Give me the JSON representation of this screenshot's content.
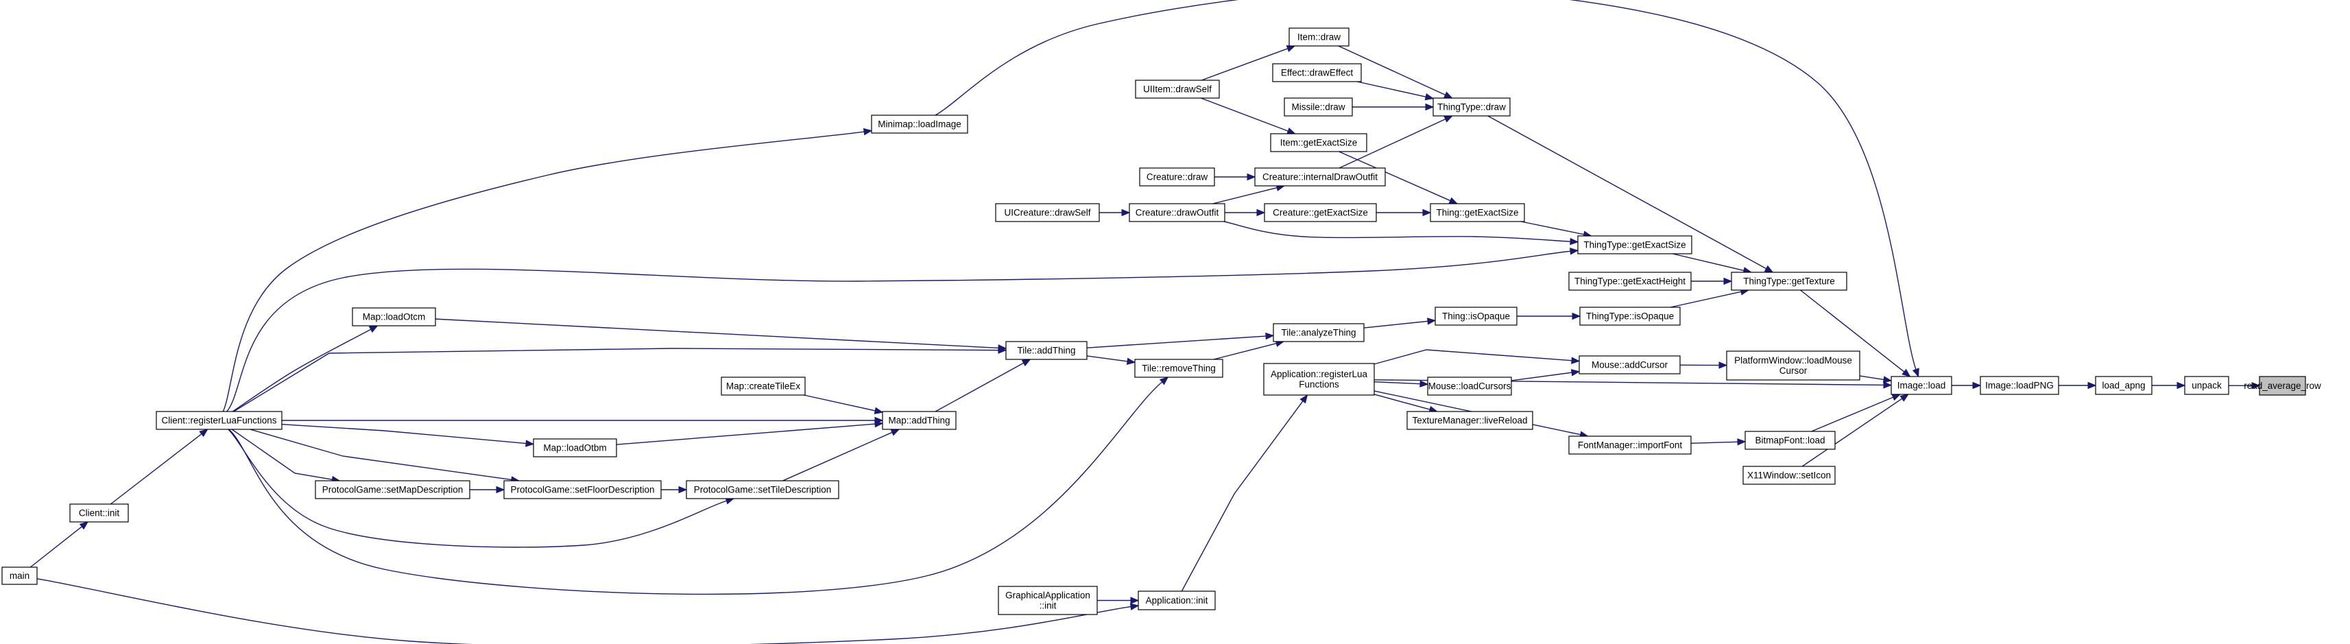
{
  "diagram": {
    "kind": "doxygen-caller-graph",
    "edge_color": "#191970",
    "highlight_fill": "#bfbfbf",
    "nodes": [
      {
        "id": "read_average_row",
        "lines": [
          "read_average_row"
        ],
        "highlight": true
      },
      {
        "id": "unpack",
        "lines": [
          "unpack"
        ]
      },
      {
        "id": "load_apng",
        "lines": [
          "load_apng"
        ]
      },
      {
        "id": "Image_loadPNG",
        "lines": [
          "Image::loadPNG"
        ]
      },
      {
        "id": "Image_load",
        "lines": [
          "Image::load"
        ]
      },
      {
        "id": "Minimap_loadImage",
        "lines": [
          "Minimap::loadImage"
        ]
      },
      {
        "id": "ThingType_getTexture",
        "lines": [
          "ThingType::getTexture"
        ]
      },
      {
        "id": "PlatformWindow_loadMouseCursor",
        "lines": [
          "PlatformWindow::loadMouse",
          "Cursor"
        ]
      },
      {
        "id": "Application_registerLuaFunctions",
        "lines": [
          "Application::registerLua",
          "Functions"
        ]
      },
      {
        "id": "BitmapFont_load",
        "lines": [
          "BitmapFont::load"
        ]
      },
      {
        "id": "X11Window_setIcon",
        "lines": [
          "X11Window::setIcon"
        ]
      },
      {
        "id": "Client_registerLuaFunctions",
        "lines": [
          "Client::registerLuaFunctions"
        ]
      },
      {
        "id": "ThingType_draw",
        "lines": [
          "ThingType::draw"
        ]
      },
      {
        "id": "ThingType_getExactSize",
        "lines": [
          "ThingType::getExactSize"
        ]
      },
      {
        "id": "ThingType_getExactHeight",
        "lines": [
          "ThingType::getExactHeight"
        ]
      },
      {
        "id": "ThingType_isOpaque",
        "lines": [
          "ThingType::isOpaque"
        ]
      },
      {
        "id": "Mouse_addCursor",
        "lines": [
          "Mouse::addCursor"
        ]
      },
      {
        "id": "Application_init",
        "lines": [
          "Application::init"
        ]
      },
      {
        "id": "FontManager_importFont",
        "lines": [
          "FontManager::importFont"
        ]
      },
      {
        "id": "Client_init",
        "lines": [
          "Client::init"
        ]
      },
      {
        "id": "Item_draw",
        "lines": [
          "Item::draw"
        ]
      },
      {
        "id": "Effect_drawEffect",
        "lines": [
          "Effect::drawEffect"
        ]
      },
      {
        "id": "Missile_draw",
        "lines": [
          "Missile::draw"
        ]
      },
      {
        "id": "Creature_drawOutfit",
        "lines": [
          "Creature::drawOutfit"
        ]
      },
      {
        "id": "Thing_getExactSize",
        "lines": [
          "Thing::getExactSize"
        ]
      },
      {
        "id": "Thing_isOpaque",
        "lines": [
          "Thing::isOpaque"
        ]
      },
      {
        "id": "Mouse_loadCursors",
        "lines": [
          "Mouse::loadCursors"
        ]
      },
      {
        "id": "GraphicalApplication_init",
        "lines": [
          "GraphicalApplication",
          "::init"
        ]
      },
      {
        "id": "main",
        "lines": [
          "main"
        ]
      },
      {
        "id": "UIItem_drawSelf",
        "lines": [
          "UIItem::drawSelf"
        ]
      },
      {
        "id": "Creature_draw",
        "lines": [
          "Creature::draw"
        ]
      },
      {
        "id": "Creature_internalDrawOutfit",
        "lines": [
          "Creature::internalDrawOutfit"
        ]
      },
      {
        "id": "UICreature_drawSelf",
        "lines": [
          "UICreature::drawSelf"
        ]
      },
      {
        "id": "Creature_getExactSize",
        "lines": [
          "Creature::getExactSize"
        ]
      },
      {
        "id": "Item_getExactSize",
        "lines": [
          "Item::getExactSize"
        ]
      },
      {
        "id": "Tile_analyzeThing",
        "lines": [
          "Tile::analyzeThing"
        ]
      },
      {
        "id": "TextureManager_liveReload",
        "lines": [
          "TextureManager::liveReload"
        ]
      },
      {
        "id": "Tile_addThing",
        "lines": [
          "Tile::addThing"
        ]
      },
      {
        "id": "Tile_removeThing",
        "lines": [
          "Tile::removeThing"
        ]
      },
      {
        "id": "Map_loadOtcm",
        "lines": [
          "Map::loadOtcm"
        ]
      },
      {
        "id": "Map_addThing",
        "lines": [
          "Map::addThing"
        ]
      },
      {
        "id": "ProtocolGame_setTileDescription",
        "lines": [
          "ProtocolGame::setTileDescription"
        ]
      },
      {
        "id": "Map_createTileEx",
        "lines": [
          "Map::createTileEx"
        ]
      },
      {
        "id": "Map_loadOtbm",
        "lines": [
          "Map::loadOtbm"
        ]
      },
      {
        "id": "ProtocolGame_setFloorDescription",
        "lines": [
          "ProtocolGame::setFloorDescription"
        ]
      },
      {
        "id": "ProtocolGame_setMapDescription",
        "lines": [
          "ProtocolGame::setMapDescription"
        ]
      }
    ],
    "edges": [
      {
        "from": "unpack",
        "to": "read_average_row"
      },
      {
        "from": "load_apng",
        "to": "unpack"
      },
      {
        "from": "Image_loadPNG",
        "to": "load_apng"
      },
      {
        "from": "Image_load",
        "to": "Image_loadPNG"
      },
      {
        "from": "Minimap_loadImage",
        "to": "Image_load"
      },
      {
        "from": "ThingType_getTexture",
        "to": "Image_load"
      },
      {
        "from": "PlatformWindow_loadMouseCursor",
        "to": "Image_load"
      },
      {
        "from": "Application_registerLuaFunctions",
        "to": "Image_load"
      },
      {
        "from": "BitmapFont_load",
        "to": "Image_load"
      },
      {
        "from": "X11Window_setIcon",
        "to": "Image_load"
      },
      {
        "from": "Client_registerLuaFunctions",
        "to": "Minimap_loadImage"
      },
      {
        "from": "ThingType_draw",
        "to": "ThingType_getTexture"
      },
      {
        "from": "ThingType_getExactSize",
        "to": "ThingType_getTexture"
      },
      {
        "from": "ThingType_getExactHeight",
        "to": "ThingType_getTexture"
      },
      {
        "from": "ThingType_isOpaque",
        "to": "ThingType_getTexture"
      },
      {
        "from": "Mouse_addCursor",
        "to": "PlatformWindow_loadMouseCursor"
      },
      {
        "from": "Application_init",
        "to": "Application_registerLuaFunctions"
      },
      {
        "from": "FontManager_importFont",
        "to": "BitmapFont_load"
      },
      {
        "from": "Client_init",
        "to": "Client_registerLuaFunctions"
      },
      {
        "from": "Item_draw",
        "to": "ThingType_draw"
      },
      {
        "from": "Effect_drawEffect",
        "to": "ThingType_draw"
      },
      {
        "from": "Missile_draw",
        "to": "ThingType_draw"
      },
      {
        "from": "Creature_internalDrawOutfit",
        "to": "ThingType_draw"
      },
      {
        "from": "Creature_drawOutfit",
        "to": "ThingType_getExactSize"
      },
      {
        "from": "Thing_getExactSize",
        "to": "ThingType_getExactSize"
      },
      {
        "from": "Client_registerLuaFunctions",
        "to": "ThingType_getExactSize"
      },
      {
        "from": "Thing_isOpaque",
        "to": "ThingType_isOpaque"
      },
      {
        "from": "Mouse_loadCursors",
        "to": "Mouse_addCursor"
      },
      {
        "from": "Application_registerLuaFunctions",
        "to": "Mouse_addCursor"
      },
      {
        "from": "GraphicalApplication_init",
        "to": "Application_init"
      },
      {
        "from": "main",
        "to": "Application_init"
      },
      {
        "from": "Application_registerLuaFunctions",
        "to": "FontManager_importFont"
      },
      {
        "from": "main",
        "to": "Client_init"
      },
      {
        "from": "UIItem_drawSelf",
        "to": "Item_draw"
      },
      {
        "from": "UICreature_drawSelf",
        "to": "Creature_drawOutfit"
      },
      {
        "from": "Creature_getExactSize",
        "to": "Thing_getExactSize"
      },
      {
        "from": "Item_getExactSize",
        "to": "Thing_getExactSize"
      },
      {
        "from": "Tile_analyzeThing",
        "to": "Thing_isOpaque"
      },
      {
        "from": "Application_registerLuaFunctions",
        "to": "Mouse_loadCursors"
      },
      {
        "from": "UIItem_drawSelf",
        "to": "Item_getExactSize"
      },
      {
        "from": "Creature_draw",
        "to": "Creature_internalDrawOutfit"
      },
      {
        "from": "Creature_drawOutfit",
        "to": "Creature_internalDrawOutfit"
      },
      {
        "from": "Creature_drawOutfit",
        "to": "Creature_getExactSize"
      },
      {
        "from": "Tile_addThing",
        "to": "Tile_analyzeThing"
      },
      {
        "from": "Tile_removeThing",
        "to": "Tile_analyzeThing"
      },
      {
        "from": "Application_registerLuaFunctions",
        "to": "TextureManager_liveReload"
      },
      {
        "from": "Tile_addThing",
        "to": "Tile_removeThing"
      },
      {
        "from": "Map_loadOtcm",
        "to": "Tile_addThing"
      },
      {
        "from": "Map_addThing",
        "to": "Tile_addThing"
      },
      {
        "from": "Client_registerLuaFunctions",
        "to": "Tile_addThing"
      },
      {
        "from": "Client_registerLuaFunctions",
        "to": "Tile_removeThing"
      },
      {
        "from": "Client_registerLuaFunctions",
        "to": "Map_loadOtcm"
      },
      {
        "from": "Map_createTileEx",
        "to": "Map_addThing"
      },
      {
        "from": "Map_loadOtbm",
        "to": "Map_addThing"
      },
      {
        "from": "ProtocolGame_setTileDescription",
        "to": "Map_addThing"
      },
      {
        "from": "Client_registerLuaFunctions",
        "to": "Map_addThing"
      },
      {
        "from": "Client_registerLuaFunctions",
        "to": "Map_loadOtbm"
      },
      {
        "from": "ProtocolGame_setFloorDescription",
        "to": "ProtocolGame_setTileDescription"
      },
      {
        "from": "Client_registerLuaFunctions",
        "to": "ProtocolGame_setTileDescription"
      },
      {
        "from": "ProtocolGame_setMapDescription",
        "to": "ProtocolGame_setFloorDescription"
      },
      {
        "from": "Client_registerLuaFunctions",
        "to": "ProtocolGame_setFloorDescription"
      },
      {
        "from": "Client_registerLuaFunctions",
        "to": "ProtocolGame_setMapDescription"
      }
    ]
  }
}
